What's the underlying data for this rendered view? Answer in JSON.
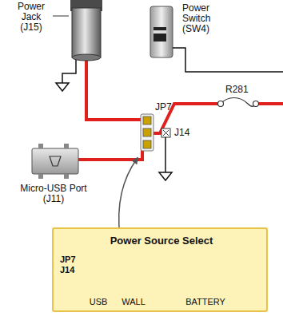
{
  "diagram": {
    "nodes": [
      {
        "text": [
          "Power Source Select",
          "JP7 J14",
          "USB",
          "WALL",
          "BATTERY"
        ]
      }
    ],
    "labels": [
      "Power Jack (J15)",
      "Power Switch (SW4)",
      "Micro-USB Port (J11)",
      "JP7",
      "R281",
      "J14"
    ]
  }
}
